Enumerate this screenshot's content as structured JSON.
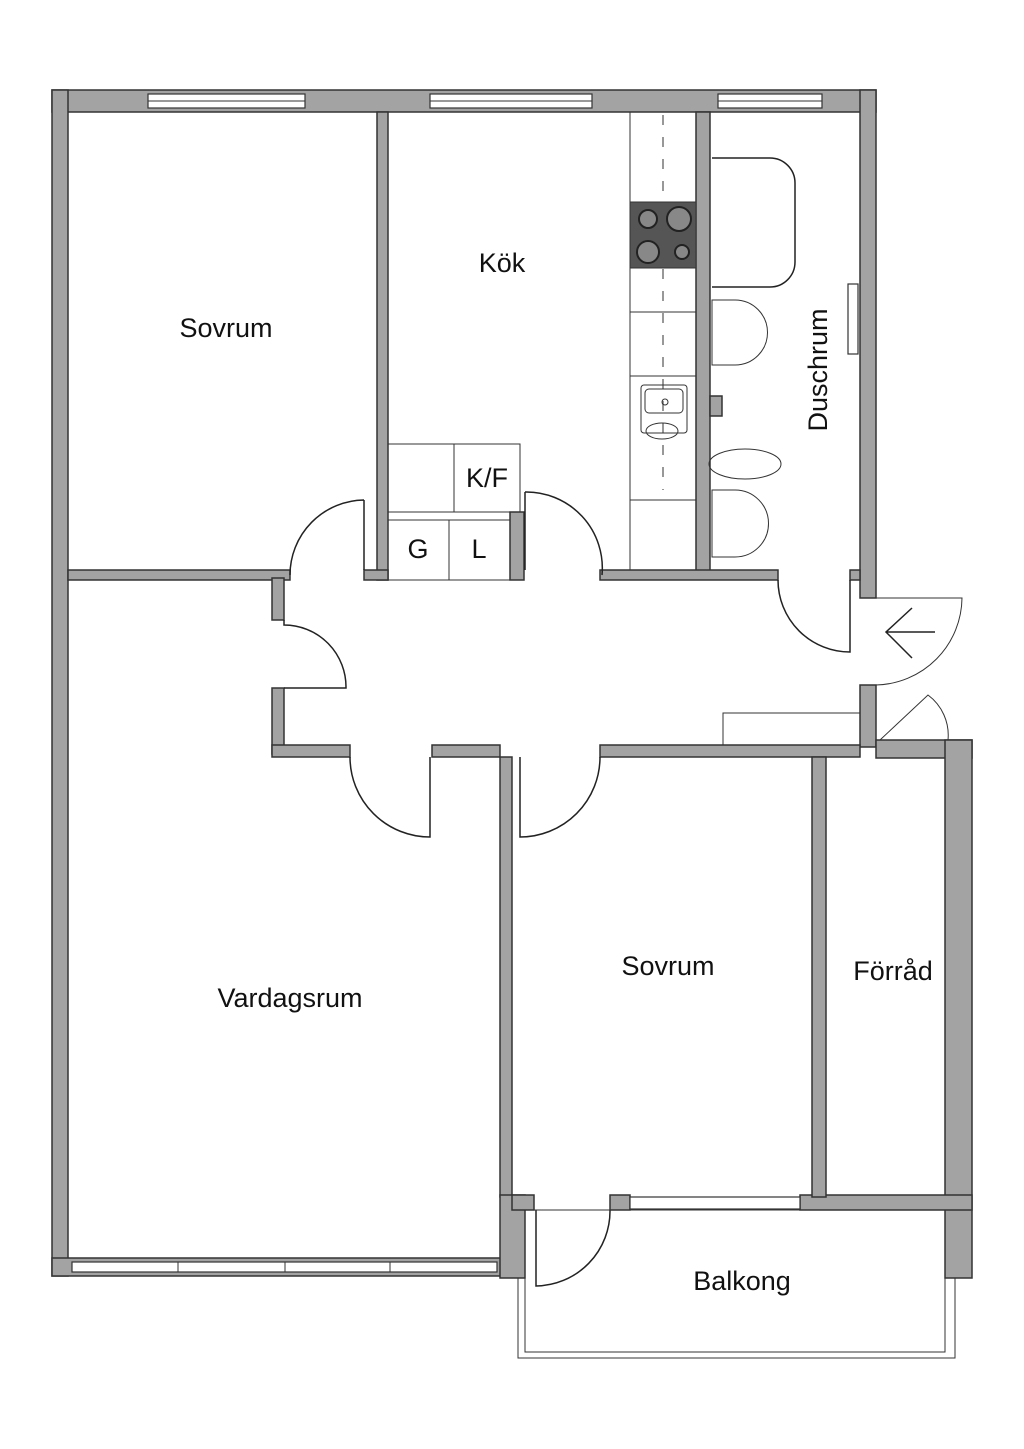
{
  "rooms": {
    "bedroom_1": "Sovrum",
    "kitchen": "Kök",
    "shower_room": "Duschrum",
    "fridge_freezer": "K/F",
    "closet_g": "G",
    "closet_l": "L",
    "living_room": "Vardagsrum",
    "bedroom_2": "Sovrum",
    "storage": "Förråd",
    "balcony": "Balkong"
  },
  "colors": {
    "wall": "#a3a3a3",
    "stove": "#555555",
    "background": "#ffffff"
  },
  "icons": [
    "entrance-arrow-icon",
    "stove-icon",
    "sink-icon",
    "washbasin-icon",
    "toilet-icon",
    "shower-icon"
  ]
}
